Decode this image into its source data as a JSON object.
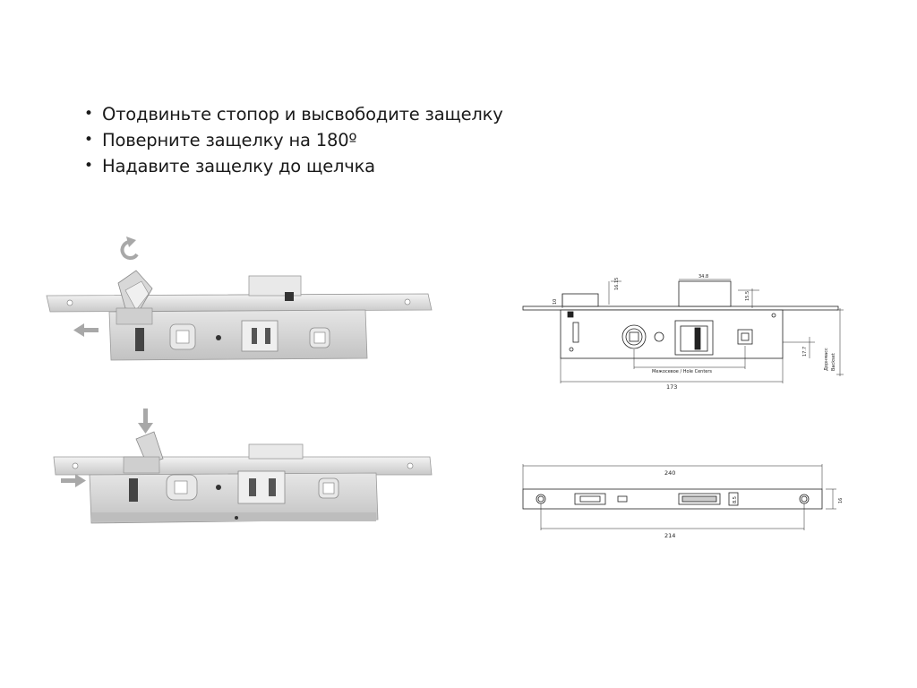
{
  "steps": [
    "Отодвиньте стопор и высвободите защелку",
    "Поверните защелку на 180º",
    "Надавите защелку до щелчка"
  ],
  "icons": {
    "rotate": "rotate-arrow-icon",
    "left": "arrow-left-icon",
    "down": "arrow-down-icon",
    "right": "arrow-right-icon"
  },
  "drawing_side": {
    "dim_10": "10",
    "dim_1615": "16.15",
    "dim_348": "34.8",
    "dim_155": "15.5",
    "dim_177": "17.7",
    "hole_centers": "Межосевое / Hole Centers",
    "dim_173": "173",
    "backset": "Дорнмасс",
    "backset_en": "Backset"
  },
  "drawing_front": {
    "dim_240": "240",
    "dim_214": "214",
    "dim_16": "16",
    "small_mark": "8.5"
  },
  "colors": {
    "metal": "#d4d4d4",
    "metal_dark": "#9a9a9a",
    "arrow": "#a8a8a8",
    "line": "#222222"
  }
}
